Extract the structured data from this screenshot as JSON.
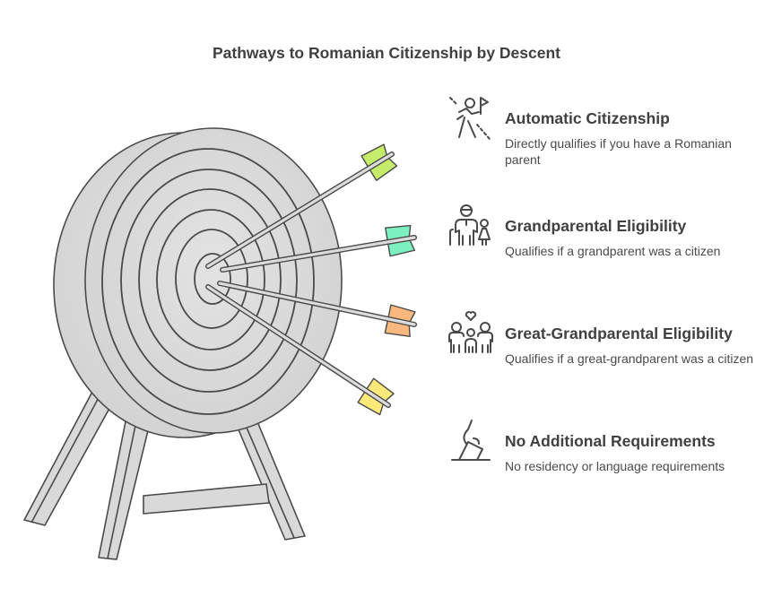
{
  "title": "Pathways to Romanian Citizenship by Descent",
  "items": [
    {
      "icon": "person-reaching-goal-icon",
      "heading": "Automatic Citizenship",
      "description": "Directly qualifies if you have a Romanian parent"
    },
    {
      "icon": "grandparent-child-icon",
      "heading": "Grandparental Eligibility",
      "description": "Qualifies if a grandparent was a citizen"
    },
    {
      "icon": "family-heart-icon",
      "heading": "Great-Grandparental Eligibility",
      "description": "Qualifies if a great-grandparent was a citizen"
    },
    {
      "icon": "ballot-hand-icon",
      "heading": "No Additional Requirements",
      "description": "No residency or language requirements"
    }
  ],
  "colors": {
    "arrow1": "#c5ec6b",
    "arrow2": "#7cf0c0",
    "arrow3": "#f9b87d",
    "arrow4": "#fde97a",
    "target": "#d9d9d9",
    "stroke": "#4a4a4a"
  }
}
